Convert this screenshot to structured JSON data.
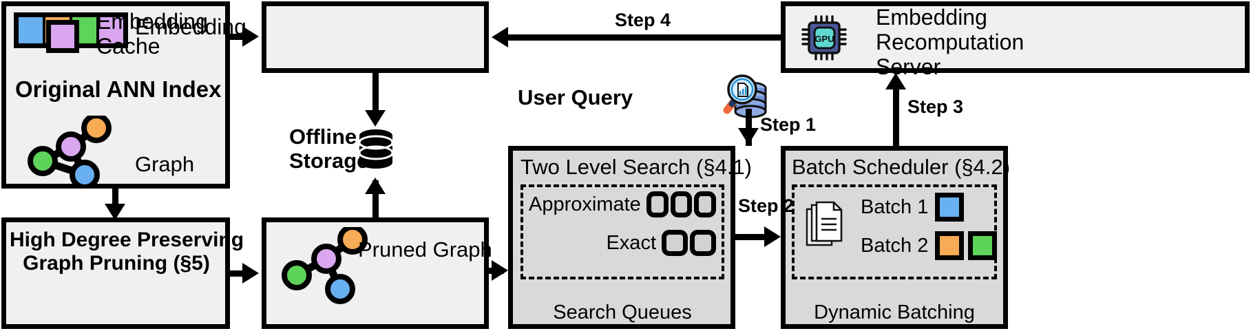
{
  "diagram": {
    "title": "ANN index serving system architecture",
    "colors": {
      "blue": "#69b0f0",
      "orange": "#f7ab55",
      "green": "#5ed35a",
      "purple": "#d9a6ef",
      "box_fill": "#f0f0f0",
      "box_fill_gray": "#d9d9d9",
      "slot_fill": "#d2d2d2",
      "gpu_chip": "#4a5899",
      "gpu_core": "#5fd8d2",
      "stroke": "#000000"
    }
  },
  "ann_index": {
    "title": "Original ANN Index",
    "embedding_label": "Embedding",
    "graph_label": "Graph",
    "embedding_cells": [
      "blue",
      "orange",
      "green",
      "purple"
    ],
    "graph_nodes": [
      {
        "name": "orange-node",
        "color": "orange"
      },
      {
        "name": "purple-node",
        "color": "purple"
      },
      {
        "name": "green-node",
        "color": "green"
      },
      {
        "name": "blue-node",
        "color": "blue"
      }
    ]
  },
  "embedding_cache": {
    "line1": "Embedding",
    "line2": "Cache",
    "swatch_color": "purple"
  },
  "recomputation_server": {
    "line1": "Embedding",
    "line2": "Recomputation",
    "line3": "Server",
    "icon_label": "GPU"
  },
  "offline_storage": {
    "line1": "Offline",
    "line2": "Storage"
  },
  "graph_pruning": {
    "line1": "High Degree Preserving",
    "line2": "Graph Pruning (§5)"
  },
  "pruned_graph": {
    "label": "Pruned Graph"
  },
  "user_query": {
    "label": "User Query"
  },
  "two_level_search": {
    "title": "Two Level Search (§4.1)",
    "caption": "Search Queues",
    "queues": [
      {
        "label": "Approximate",
        "slots": 3
      },
      {
        "label": "Exact",
        "slots": 2
      }
    ]
  },
  "batch_scheduler": {
    "title": "Batch Scheduler (§4.2)",
    "caption": "Dynamic Batching",
    "batches": [
      {
        "label": "Batch 1",
        "items": [
          "blue"
        ]
      },
      {
        "label": "Batch 2",
        "items": [
          "orange",
          "green"
        ]
      }
    ]
  },
  "steps": {
    "step1": "Step 1",
    "step2": "Step 2",
    "step3": "Step 3",
    "step4": "Step 4"
  }
}
